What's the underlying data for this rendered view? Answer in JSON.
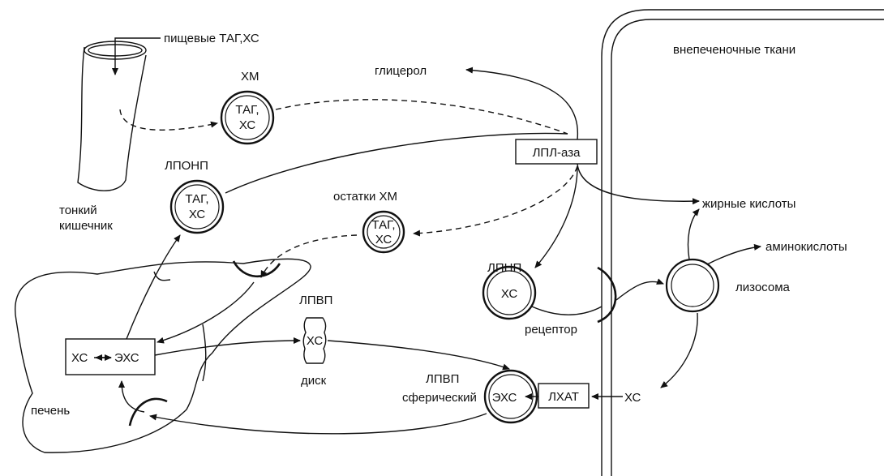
{
  "labels": {
    "dietary": "пищевые ТАГ,ХС",
    "intestine_1": "тонкий",
    "intestine_2": "кишечник",
    "hm": "ХМ",
    "hm_tag": "ТАГ,",
    "hm_hs": "ХС",
    "lponp": "ЛПОНП",
    "lponp_tag": "ТАГ,",
    "lponp_hs": "ХС",
    "glycerol": "глицерол",
    "lpl": "ЛПЛ-аза",
    "remnants": "остатки  ХМ",
    "rem_tag": "ТАГ,",
    "rem_hs": "ХС",
    "extrahepatic": "внепеченочные ткани",
    "fatty_acids": "жирные кислоты",
    "amino_acids": "аминокислоты",
    "lysosome": "лизосома",
    "lpnp": "ЛПНП",
    "lpnp_hs": "ХС",
    "receptor": "рецептор",
    "lpvp_top": "ЛПВП",
    "disk_hs": "ХС",
    "disk": "диск",
    "liver_hs": "ХС",
    "liver_ehs": "ЭХС",
    "liver": "печень",
    "lpvp_sph_1": "ЛПВП",
    "lpvp_sph_2": "сферический",
    "sph_ehs": "ЭХС",
    "lhat": "ЛХАТ",
    "free_hs": "ХС"
  }
}
